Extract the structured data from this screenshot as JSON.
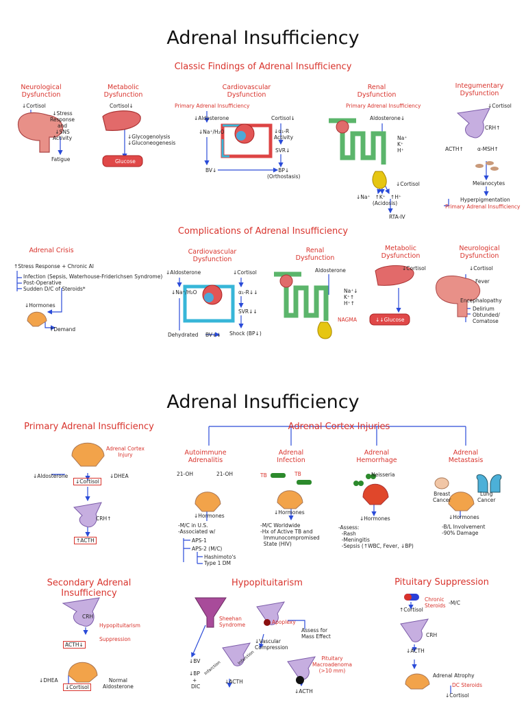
{
  "titles": {
    "top": "Adrenal Insufficiency",
    "bottom": "Adrenal Insufficiency"
  },
  "classic": {
    "subtitle": "Classic Findings of Adrenal Insufficiency",
    "neuro": {
      "head": "Neurological\nDysfunction",
      "cortisol": "↓Cortisol",
      "effects": "↓Stress\nResponse\nand\n↓SNS\nActivity",
      "fatigue": "Fatigue"
    },
    "metabolic": {
      "head": "Metabolic\nDysfunction",
      "cortisol": "Cortisol↓",
      "effects": "↓Glycogenolysis\n↓Gluconeogenesis",
      "glucose": "Glucose"
    },
    "cardio": {
      "head": "Cardiovascular\nDysfunction",
      "primary": "Primary Adrenal Insufficiency",
      "aldo": "↓Aldosterone",
      "na": "↓Na⁺/H₂O",
      "bv": "BV↓",
      "cortisol": "Cortisol↓",
      "alpha": "↓α₁-R\nActivity",
      "svr": "SVR↓",
      "bp": "BP↓\n(Orthostasis)"
    },
    "renal": {
      "head": "Renal\nDysfunction",
      "primary": "Primary Adrenal Insufficiency",
      "aldo": "Aldosterone↓",
      "ions": "Na⁺\nK⁺\nH⁺",
      "cortisol": "↓Cortisol",
      "bottom": "↓Na⁺   ↑K⁺   ↑H⁺\n          (Acidosis)",
      "rta": "RTA-IV"
    },
    "integ": {
      "head": "Integumentary\nDysfunction",
      "cortisol": "↓Cortisol",
      "crh": "CRH↑",
      "acth": "ACTH↑",
      "msh": "α-MSH↑",
      "melanocytes": "Melanocytes",
      "hyper": "Hyperpigmentation",
      "primary": "Primary Adrenal Insufficiency"
    }
  },
  "complications": {
    "subtitle": "Complications of Adrenal Insufficiency",
    "crisis": {
      "head": "Adrenal Crisis",
      "stress": "↑Stress Response + Chronic AI",
      "causes": "Infection (Sepsis, Waterhouse-Friderichsen Syndrome)\nPost-Operative\nSudden D/C of Steroids*",
      "hormones": "↓Hormones",
      "demand": "↑Demand"
    },
    "cardio": {
      "head": "Cardiovascular\nDysfunction",
      "aldo": "↓Aldosterone",
      "na": "↓Na⁺/H₂O",
      "cortisol": "↓Cortisol",
      "alpha": "α₁-R↓↓",
      "svr": "SVR↓↓",
      "dehyd": "Dehydrated",
      "bv": "BV↓↓",
      "shock": "Shock (BP↓)"
    },
    "renal": {
      "head": "Renal\nDysfunction",
      "aldo": "Aldosterone",
      "ions": "Na⁺↓\nK⁺↑\nH⁺↑",
      "nagma": "NAGMA"
    },
    "metabolic": {
      "head": "Metabolic\nDysfunction",
      "cortisol": "↓Cortisol",
      "glucose": "↓↓Glucose"
    },
    "neuro": {
      "head": "Neurological\nDysfunction",
      "cortisol": "↓Cortisol",
      "fever": "Fever",
      "enceph": "Encephalopathy",
      "list": "Delirium\nObtunded/\nComatose"
    }
  },
  "primary": {
    "head": "Primary Adrenal Insufficiency",
    "injury": "Adrenal Cortex\nInjury",
    "aldo": "↓Aldosterone",
    "dhea": "↓DHEA",
    "cortisol": "↓Cortisol",
    "crh": "CRH↑",
    "acth": "↑ACTH"
  },
  "injuries": {
    "head": "Adrenal Cortex Injuries",
    "autoimmune": {
      "head": "Autoimmune\nAdrenalitis",
      "oh1": "21-OH",
      "oh2": "21-OH",
      "hormones": "↓Hormones",
      "notes": "-M/C in U.S.\n-Associated w/",
      "aps1": "APS-1",
      "aps2": "APS-2 (M/C)",
      "sub": "Hashimoto's\nType 1 DM"
    },
    "infection": {
      "head": "Adrenal\nInfection",
      "tb1": "TB",
      "tb2": "TB",
      "hormones": "↓Hormones",
      "notes": "-M/C Worldwide\n-Hx of Active TB and\n  Immunocompromised\n  State (HIV)"
    },
    "hemorrhage": {
      "head": "Adrenal\nHemorrhage",
      "neisseria": "Neisseria",
      "hormones": "↓Hormones",
      "notes": "-Assess:\n  -Rash\n  -Meningitis\n  -Sepsis (↑WBC, Fever, ↓BP)"
    },
    "metastasis": {
      "head": "Adrenal\nMetastasis",
      "breast": "Breast\nCancer",
      "lung": "Lung\nCancer",
      "hormones": "↓Hormones",
      "notes": "-B/L Involvement\n-90% Damage"
    }
  },
  "secondary": {
    "head": "Secondary Adrenal Insufficiency",
    "crh": "CRH",
    "hypo": "Hypopituitarism",
    "supp": "Suppression",
    "acth": "ACTH↓",
    "dhea": "↓DHEA",
    "cortisol": "↓Cortisol",
    "normal": "Normal\nAldosterone"
  },
  "hypopit": {
    "head": "Hypopituitarism",
    "sheehan": "Sheehan\nSyndrome",
    "apoplexy": "Apoplexy",
    "assess": "Assess for\nMass Effect",
    "vascular": "↓Vascular\nCompression",
    "bv": "↓BV",
    "bp": "↓BP",
    "plus": "+",
    "dic": "DIC",
    "infarct1": "Infarction",
    "infarct2": "Infarction",
    "acth1": "↓ACTH",
    "macro": "Pituitary\nMacroadenoma\n(>10 mm)",
    "acth2": "↓ACTH"
  },
  "pitsup": {
    "head": "Pituitary Suppression",
    "chronic": "Chronic\nSteroids",
    "mc": "-M/C",
    "cortisol1": "↑Cortisol",
    "crh": "CRH",
    "acth": "↓ACTH",
    "atrophy": "Adrenal Atrophy",
    "dc": "DC Steroids",
    "cortisol2": "↓Cortisol"
  }
}
